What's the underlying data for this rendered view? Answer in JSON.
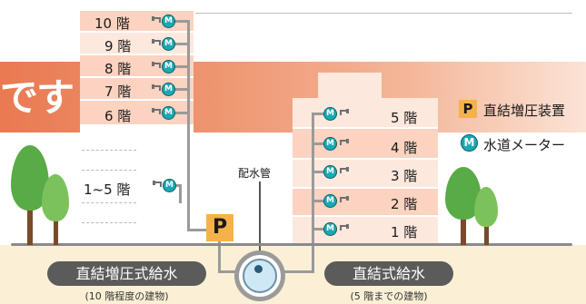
{
  "banner": {
    "text": "です"
  },
  "left_building": {
    "floors": [
      "10 階",
      "9 階",
      "8 階",
      "7 階",
      "6 階"
    ],
    "lower_label": "1~5 階"
  },
  "right_building": {
    "floors": [
      "5 階",
      "4 階",
      "3 階",
      "2 階",
      "1 階"
    ]
  },
  "main_pipe_label": "配水管",
  "meter_letter": "M",
  "pump_letter": "P",
  "legend": {
    "pump_label": "直結増圧装置",
    "meter_label": "水道メーター"
  },
  "systems": {
    "boosted": {
      "name": "直結増圧式給水",
      "note": "(10 階程度の建物)"
    },
    "direct": {
      "name": "直結式給水",
      "note": "(5 階までの建物)"
    }
  },
  "colors": {
    "banner": "#e97a52",
    "floor_dark": "#fbd3c0",
    "floor_light": "#fde8dd",
    "meter": "#1aa9b4",
    "pump": "#f6b24a",
    "tree": "#58ab46",
    "pill": "#5b5b5b",
    "ground": "#fbf0d6"
  }
}
